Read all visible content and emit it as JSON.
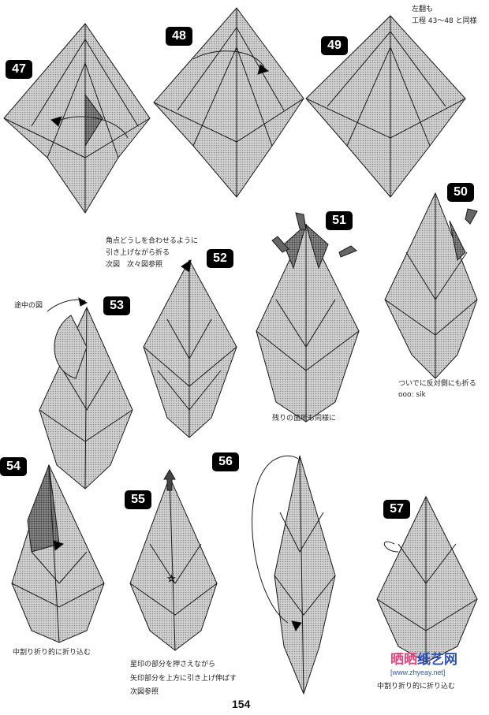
{
  "steps": [
    {
      "number": "47"
    },
    {
      "number": "48"
    },
    {
      "number": "49"
    },
    {
      "number": "50"
    },
    {
      "number": "51"
    },
    {
      "number": "52"
    },
    {
      "number": "53"
    },
    {
      "number": "54"
    },
    {
      "number": "55"
    },
    {
      "number": "56"
    },
    {
      "number": "57"
    }
  ],
  "notes": {
    "step49_line1": "左翻も",
    "step49_line2": "工程 43～48 と同様",
    "step52_line1": "角点どうしを合わせるように",
    "step52_line2": "引き上げながら折る",
    "step52_line3": "次図　次々図参照",
    "step53": "途中の図",
    "step50_line1": "ついでに反対側にも折る",
    "step50_line2": "ooo: sik",
    "step51": "残りの箇所も同様に",
    "step54": "中割り折り的に折り込む",
    "step55_line1": "星印の部分を押さえながら",
    "step55_line2": "矢印部分を上方に引き上げ伸ばす",
    "step55_line3": "次図参照",
    "step57": "中割り折り的に折り込む"
  },
  "page_number": "154",
  "watermark": {
    "brand_a": "晒晒",
    "brand_b": "纸艺网",
    "url": "[www.zhyeay.net]"
  },
  "colors": {
    "paper_fill": "#c9c9c9",
    "paper_dark": "#6e6e6e",
    "line": "#1a1a1a",
    "badge": "#000000"
  }
}
